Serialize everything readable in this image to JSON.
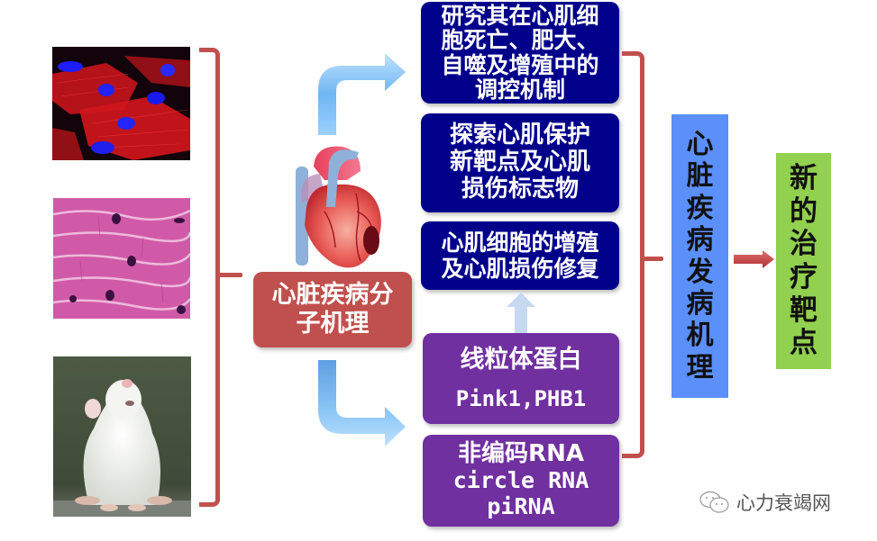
{
  "images": [
    {
      "id": "cardiomyocyte-fluorescence",
      "description": "Fluorescence micrograph of cardiomyocytes (red actin, blue nuclei)"
    },
    {
      "id": "cardiac-tissue-he",
      "description": "H&E stained cardiac muscle tissue"
    },
    {
      "id": "lab-rat",
      "description": "White laboratory rat"
    }
  ],
  "center": {
    "label_lines": [
      "心脏疾病分",
      "子机理"
    ],
    "icon": "heart-icon"
  },
  "upper_group": [
    {
      "lines": [
        "研究其在心肌细",
        "胞死亡、肥大、",
        "自噬及增殖中的",
        "调控机制"
      ]
    },
    {
      "lines": [
        "探索心肌保护",
        "新靶点及心肌",
        "损伤标志物"
      ]
    },
    {
      "lines": [
        "心肌细胞的增殖",
        "及心肌损伤修复"
      ]
    }
  ],
  "lower_group": [
    {
      "lines": [
        "线粒体蛋白",
        "Pink1,PHB1"
      ]
    },
    {
      "lines": [
        "非编码RNA",
        "circle RNA",
        "piRNA"
      ]
    }
  ],
  "mechanism": {
    "chars": [
      "心",
      "脏",
      "疾",
      "病",
      "发",
      "病",
      "机",
      "理"
    ]
  },
  "target": {
    "chars": [
      "新",
      "的",
      "治",
      "疗",
      "靶",
      "点"
    ]
  },
  "watermark": {
    "text": "心力衰竭网",
    "icon": "wechat-icon"
  },
  "colors": {
    "bracket": "#c0504d",
    "navy_box": "#00008b",
    "purple_box": "#7030a0",
    "center_box": "#c0504d",
    "mechanism_box": "#5b8ff9",
    "target_box": "#92d050",
    "arrow_blue": "#7ab8ee"
  }
}
